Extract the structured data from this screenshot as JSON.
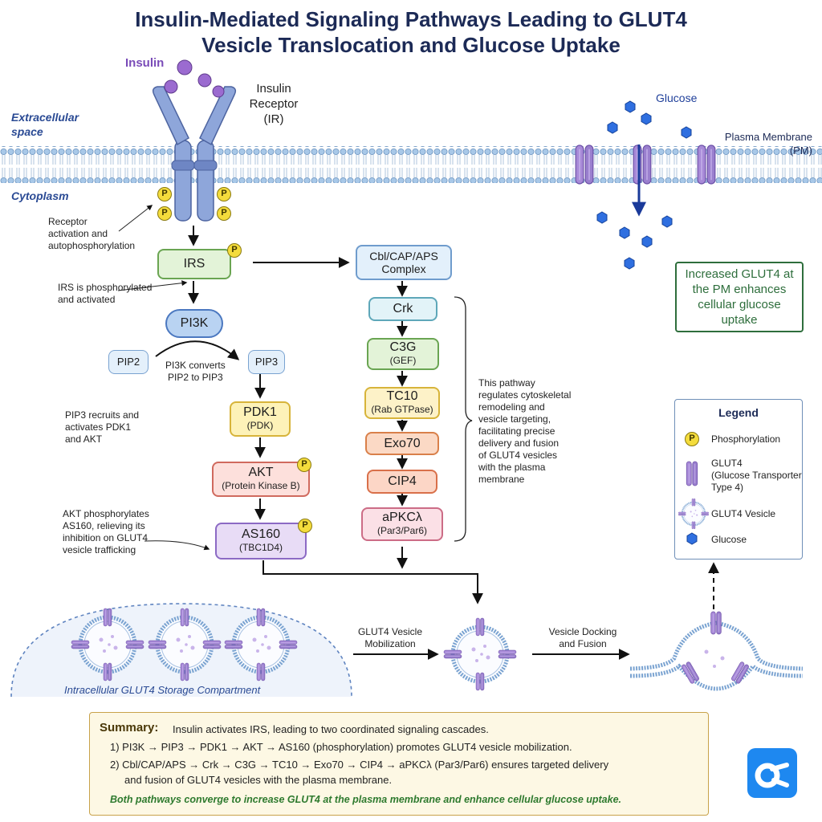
{
  "title": {
    "line1": "Insulin-Mediated Signaling Pathways Leading to GLUT4",
    "line2": "Vesicle Translocation and Glucose Uptake"
  },
  "labels": {
    "insulin": "Insulin",
    "receptor": [
      "Insulin",
      "Receptor",
      "(IR)"
    ],
    "extracellular": [
      "Extracellular",
      "space"
    ],
    "cytoplasm": "Cytoplasm",
    "glucose": "Glucose",
    "plasma_membrane": [
      "Plasma Membrane",
      "(PM)"
    ],
    "receptor_activation": [
      "Receptor",
      "activation and",
      "autophosphorylation"
    ],
    "irs_note": [
      "IRS is phosphorylated",
      "and activated"
    ],
    "pi3k_note": [
      "PI3K converts",
      "PIP2 to PIP3"
    ],
    "pip3_note": [
      "PIP3 recruits and",
      "activates PDK1",
      "and AKT"
    ],
    "akt_note": [
      "AKT phosphorylates",
      "AS160, relieving its",
      "inhibition on GLUT4",
      "vesicle trafficking"
    ],
    "pathway_note": [
      "This pathway",
      "regulates cytoskeletal",
      "remodeling and",
      "vesicle targeting,",
      "facilitating precise",
      "delivery and fusion",
      "of GLUT4 vesicles",
      "with the plasma",
      "membrane"
    ],
    "storage_compartment": "Intracellular GLUT4 Storage Compartment",
    "mobilization": [
      "GLUT4 Vesicle",
      "Mobilization"
    ],
    "docking": [
      "Vesicle Docking",
      "and Fusion"
    ],
    "phospho_mark": "P"
  },
  "nodes": {
    "irs": {
      "main": "IRS"
    },
    "pi3k": {
      "main": "PI3K"
    },
    "pip2": {
      "main": "PIP2"
    },
    "pip3": {
      "main": "PIP3"
    },
    "pdk1": {
      "main": "PDK1",
      "sub": "(PDK)"
    },
    "akt": {
      "main": "AKT",
      "sub": "(Protein Kinase B)"
    },
    "as160": {
      "main": "AS160",
      "sub": "(TBC1D4)"
    },
    "cbl": {
      "main": "Cbl/CAP/APS",
      "sub": "Complex"
    },
    "crk": {
      "main": "Crk"
    },
    "c3g": {
      "main": "C3G",
      "sub": "(GEF)"
    },
    "tc10": {
      "main": "TC10",
      "sub": "(Rab GTPase)"
    },
    "exo70": {
      "main": "Exo70"
    },
    "cip4": {
      "main": "CIP4"
    },
    "apkc": {
      "main": "aPKCλ",
      "sub": "(Par3/Par6)"
    }
  },
  "outcome": [
    "Increased GLUT4 at",
    "the PM enhances",
    "cellular glucose",
    "uptake"
  ],
  "legend": {
    "title": "Legend",
    "items": [
      {
        "icon": "phosphorylation-icon",
        "text": [
          "Phosphorylation"
        ]
      },
      {
        "icon": "glut4-icon",
        "text": [
          "GLUT4",
          "(Glucose Transporter",
          "Type 4)"
        ]
      },
      {
        "icon": "vesicle-icon",
        "text": [
          "GLUT4 Vesicle"
        ]
      },
      {
        "icon": "glucose-icon",
        "text": [
          "Glucose"
        ]
      }
    ]
  },
  "summary": {
    "heading": "Summary:",
    "intro": "Insulin activates IRS, leading to two coordinated signaling cascades.",
    "item1": "1)  PI3K → PIP3 → PDK1 → AKT → AS160 (phosphorylation) promotes GLUT4 vesicle mobilization.",
    "item2a": "2)  Cbl/CAP/APS → Crk → C3G → TC10 → Exo70 → CIP4 → aPKCλ (Par3/Par6) ensures targeted delivery",
    "item2b": "and fusion of GLUT4 vesicles with the plasma membrane.",
    "conclusion": "Both pathways converge to increase GLUT4 at the plasma membrane and enhance cellular glucose uptake."
  },
  "colors": {
    "title": "#1c2a56",
    "receptor": "#7d93cc",
    "membrane": "#8fb4dc",
    "glut4": "#9a7fce",
    "glucose": "#1f5fd1",
    "insulin": "#8a5bbf",
    "phospho": "#f4dc3c",
    "outcome_border": "#2e6e3c",
    "summary_bg": "#fdf8e4",
    "summary_border": "#c8a24a"
  }
}
